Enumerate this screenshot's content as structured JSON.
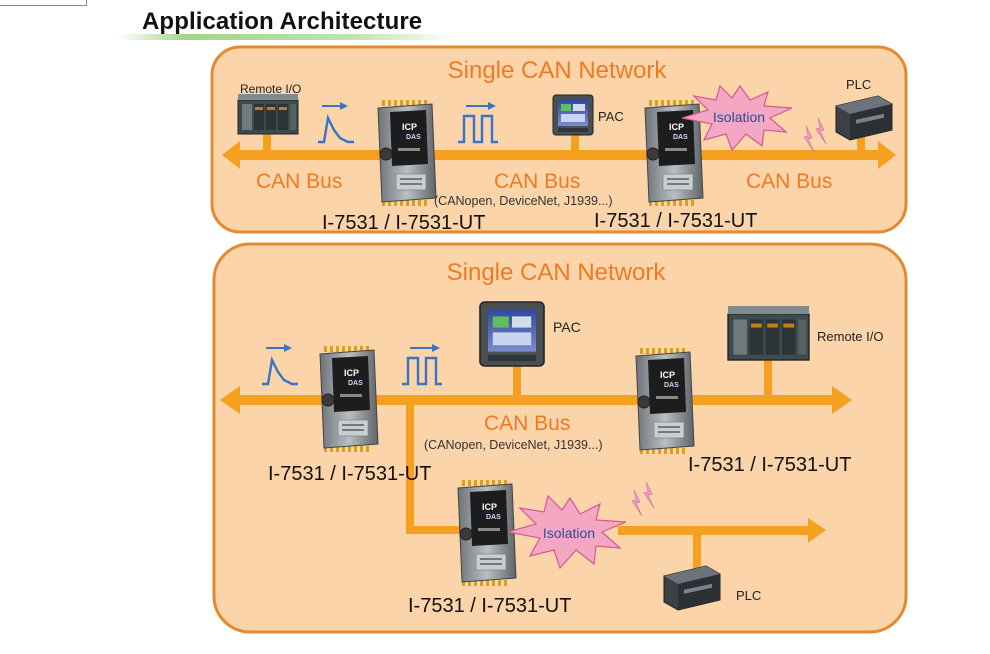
{
  "title": "Application Architecture",
  "colors": {
    "panel_fill": "#fbd4aa",
    "panel_border": "#e38a30",
    "bus": "#f5a11f",
    "heading": "#f07a24",
    "label": "#111111",
    "sublabel": "#333333",
    "isolation_fill": "#f3a7c3",
    "isolation_text": "#2b4c9a",
    "signal": "#3a74c7"
  },
  "panel_top": {
    "heading": "Single CAN Network",
    "remote_io": "Remote I/O",
    "pac": "PAC",
    "plc": "PLC",
    "isolation": "Isolation",
    "bus_left": "CAN Bus",
    "bus_middle": "CAN Bus",
    "bus_middle_protocols": "(CANopen, DeviceNet, J1939...)",
    "bus_right": "CAN Bus",
    "device1_label": "I-7531 / I-7531-UT",
    "device2_label": "I-7531 / I-7531-UT"
  },
  "panel_bottom": {
    "heading": "Single CAN Network",
    "pac": "PAC",
    "remote_io": "Remote I/O",
    "plc": "PLC",
    "isolation": "Isolation",
    "bus": "CAN Bus",
    "bus_protocols": "(CANopen, DeviceNet, J1939...)",
    "device_left_label": "I-7531 / I-7531-UT",
    "device_right_label": "I-7531 / I-7531-UT",
    "device_bottom_label": "I-7531 / I-7531-UT"
  },
  "device_brand": "ICP DAS"
}
